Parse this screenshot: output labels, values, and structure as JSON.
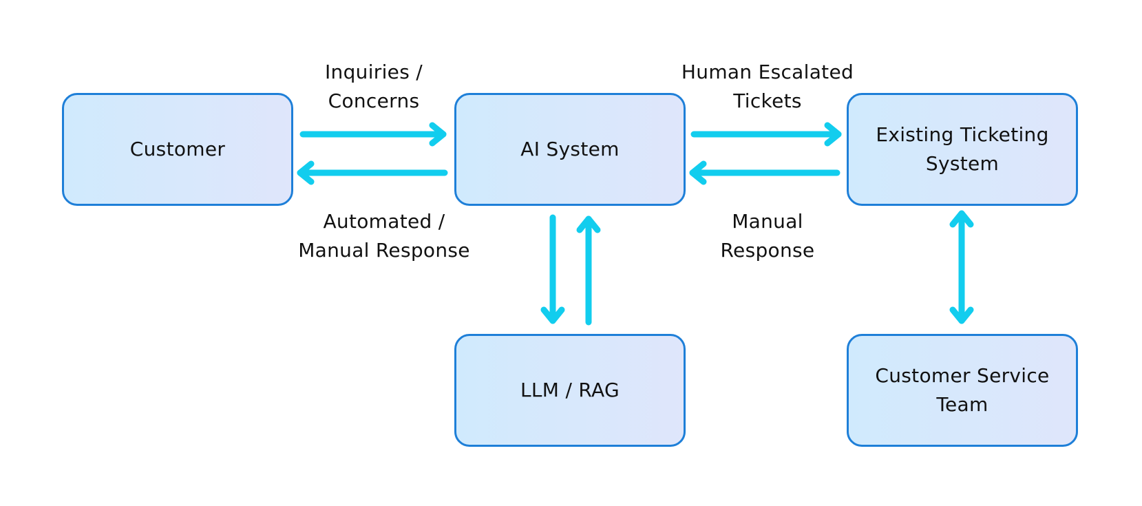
{
  "nodes": {
    "customer": {
      "label": "Customer"
    },
    "ai_system": {
      "label": "AI System"
    },
    "ticketing": {
      "label": "Existing Ticketing\nSystem"
    },
    "llm_rag": {
      "label": "LLM / RAG"
    },
    "cs_team": {
      "label": "Customer Service\nTeam"
    }
  },
  "edges": {
    "inquiries": {
      "label": "Inquiries /\nConcerns"
    },
    "automated_response": {
      "label": "Automated /\nManual Response"
    },
    "escalated": {
      "label": "Human Escalated\nTickets"
    },
    "manual_response": {
      "label": "Manual\nResponse"
    }
  },
  "colors": {
    "box_border": "#1e7fd8",
    "box_fill_start": "#d0eafd",
    "box_fill_end": "#dfe6fb",
    "arrow": "#12cdee"
  }
}
